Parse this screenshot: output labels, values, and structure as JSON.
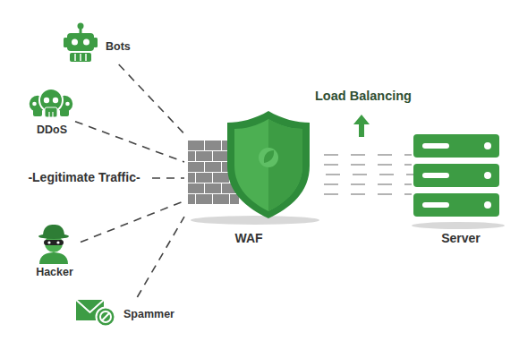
{
  "diagram": {
    "nodes": [
      {
        "text": [
          "Bots"
        ]
      },
      {
        "text": [
          "DDoS"
        ]
      },
      {
        "text": [
          "-Legitimate Traffic-"
        ]
      },
      {
        "text": [
          "Hacker"
        ]
      },
      {
        "text": [
          "Spammer"
        ]
      },
      {
        "text": [
          "WAF"
        ]
      },
      {
        "text": [
          "Server"
        ]
      }
    ],
    "edges": [
      {
        "from": 0,
        "to": 5,
        "arrow": "none"
      },
      {
        "from": 1,
        "to": 5,
        "arrow": "none"
      },
      {
        "from": 2,
        "to": 5,
        "arrow": "none"
      },
      {
        "from": 3,
        "to": 5,
        "arrow": "none"
      },
      {
        "from": 4,
        "to": 5,
        "arrow": "none"
      },
      {
        "from": 5,
        "to": 6,
        "arrow": "none",
        "label": "Load Balancing"
      }
    ]
  }
}
